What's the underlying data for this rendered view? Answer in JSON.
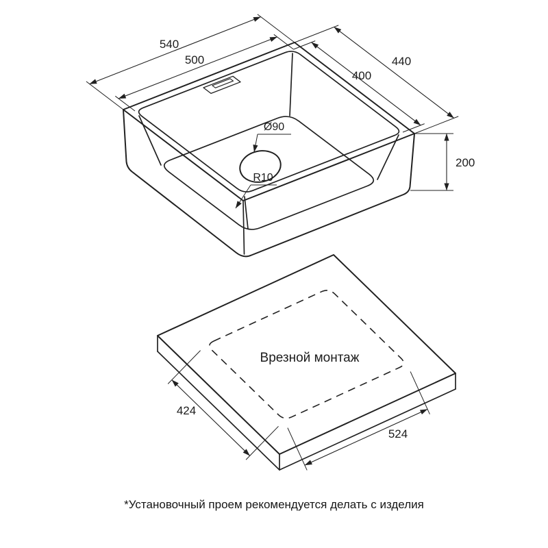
{
  "colors": {
    "background": "#ffffff",
    "line": "#212121",
    "text": "#1c1c1c"
  },
  "sink_view": {
    "name": "sink-isometric-projection",
    "dimensions": {
      "outer_width": "540",
      "inner_width": "500",
      "outer_depth": "440",
      "inner_depth": "400",
      "height": "200",
      "drain_diameter": "Ø90",
      "bowl_corner_radius": "R10"
    }
  },
  "cutout_view": {
    "name": "countertop-cutout-projection",
    "mount_label": "Врезной монтаж",
    "dimensions": {
      "cutout_depth": "424",
      "cutout_length": "524"
    }
  },
  "footnote": "*Установочный проем рекомендуется делать с изделия"
}
